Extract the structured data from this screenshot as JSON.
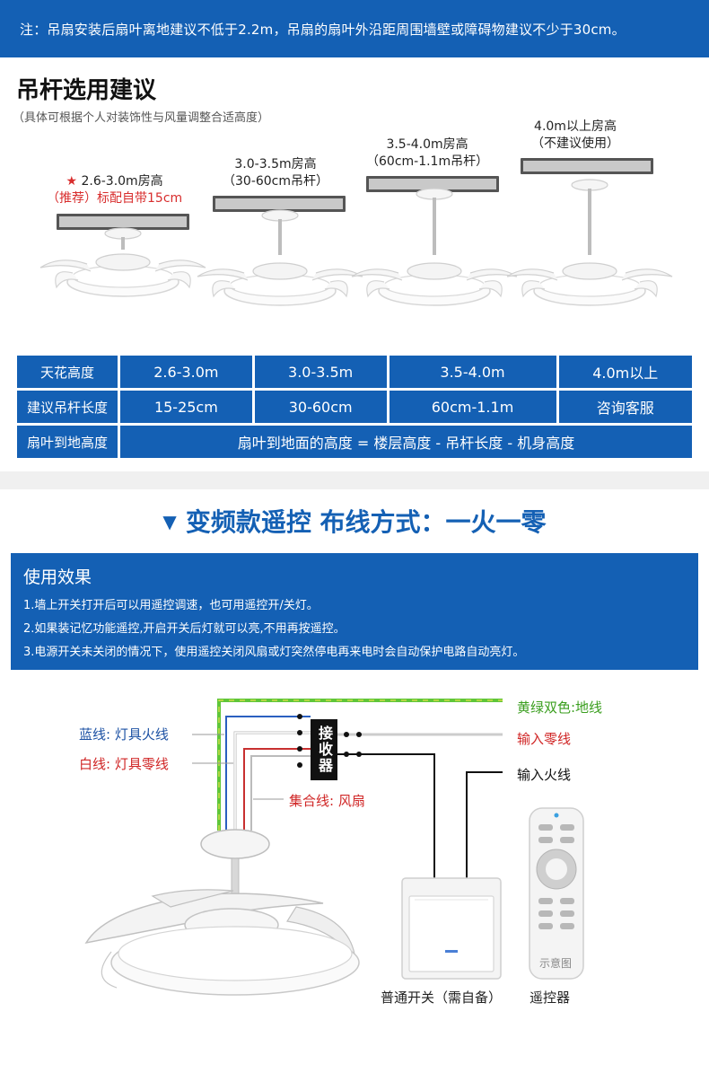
{
  "note": "注：吊扇安装后扇叶离地建议不低于2.2m，吊扇的扇叶外沿距周围墙壁或障碍物建议不少于30cm。",
  "rod_section": {
    "title": "吊杆选用建议",
    "subtitle": "（具体可根据个人对装饰性与风量调整合适高度）",
    "options": [
      {
        "line1": "2.6-3.0m房高",
        "line2_red": "（推荐）",
        "line2": "标配自带15cm",
        "starred": true
      },
      {
        "line1": "3.0-3.5m房高",
        "line2": "（30-60cm吊杆）"
      },
      {
        "line1": "3.5-4.0m房高",
        "line2": "（60cm-1.1m吊杆）"
      },
      {
        "line1": "4.0m以上房高",
        "line2": "（不建议使用）"
      }
    ]
  },
  "spec_table": {
    "rows": [
      {
        "header": "天花高度",
        "cells": [
          "2.6-3.0m",
          "3.0-3.5m",
          "3.5-4.0m",
          "4.0m以上"
        ]
      },
      {
        "header": "建议吊杆长度",
        "cells": [
          "15-25cm",
          "30-60cm",
          "60cm-1.1m",
          "咨询客服"
        ]
      },
      {
        "header": "扇叶到地高度",
        "formula": "扇叶到地面的高度 = 楼层高度 - 吊杆长度 - 机身高度"
      }
    ]
  },
  "wiring": {
    "title": "变频款遥控 布线方式：一火一零",
    "usage_title": "使用效果",
    "usage_lines": [
      "1.墙上开关打开后可以用遥控调速，也可用遥控开/关灯。",
      "2.如果装记忆功能遥控,开启开关后灯就可以亮,不用再按遥控。",
      "3.电源开关未关闭的情况下，使用遥控关闭风扇或灯突然停电再来电时会自动保护电路自动亮灯。"
    ],
    "labels": {
      "ground": "黄绿双色:地线",
      "input_neutral": "输入零线",
      "input_live": "输入火线",
      "blue_wire": "蓝线: 灯具火线",
      "white_wire": "白线: 灯具零线",
      "bundle": "集合线: 风扇",
      "receiver": "接收器",
      "switch_caption": "普通开关（需自备）",
      "remote_caption": "遥控器",
      "remote_hint": "示意图"
    }
  },
  "colors": {
    "brand_blue": "#1460b4",
    "wire_green": "#5fc63a",
    "wire_yellow": "#e8e04a",
    "wire_blue": "#2a5fc0",
    "wire_red": "#c83030"
  }
}
